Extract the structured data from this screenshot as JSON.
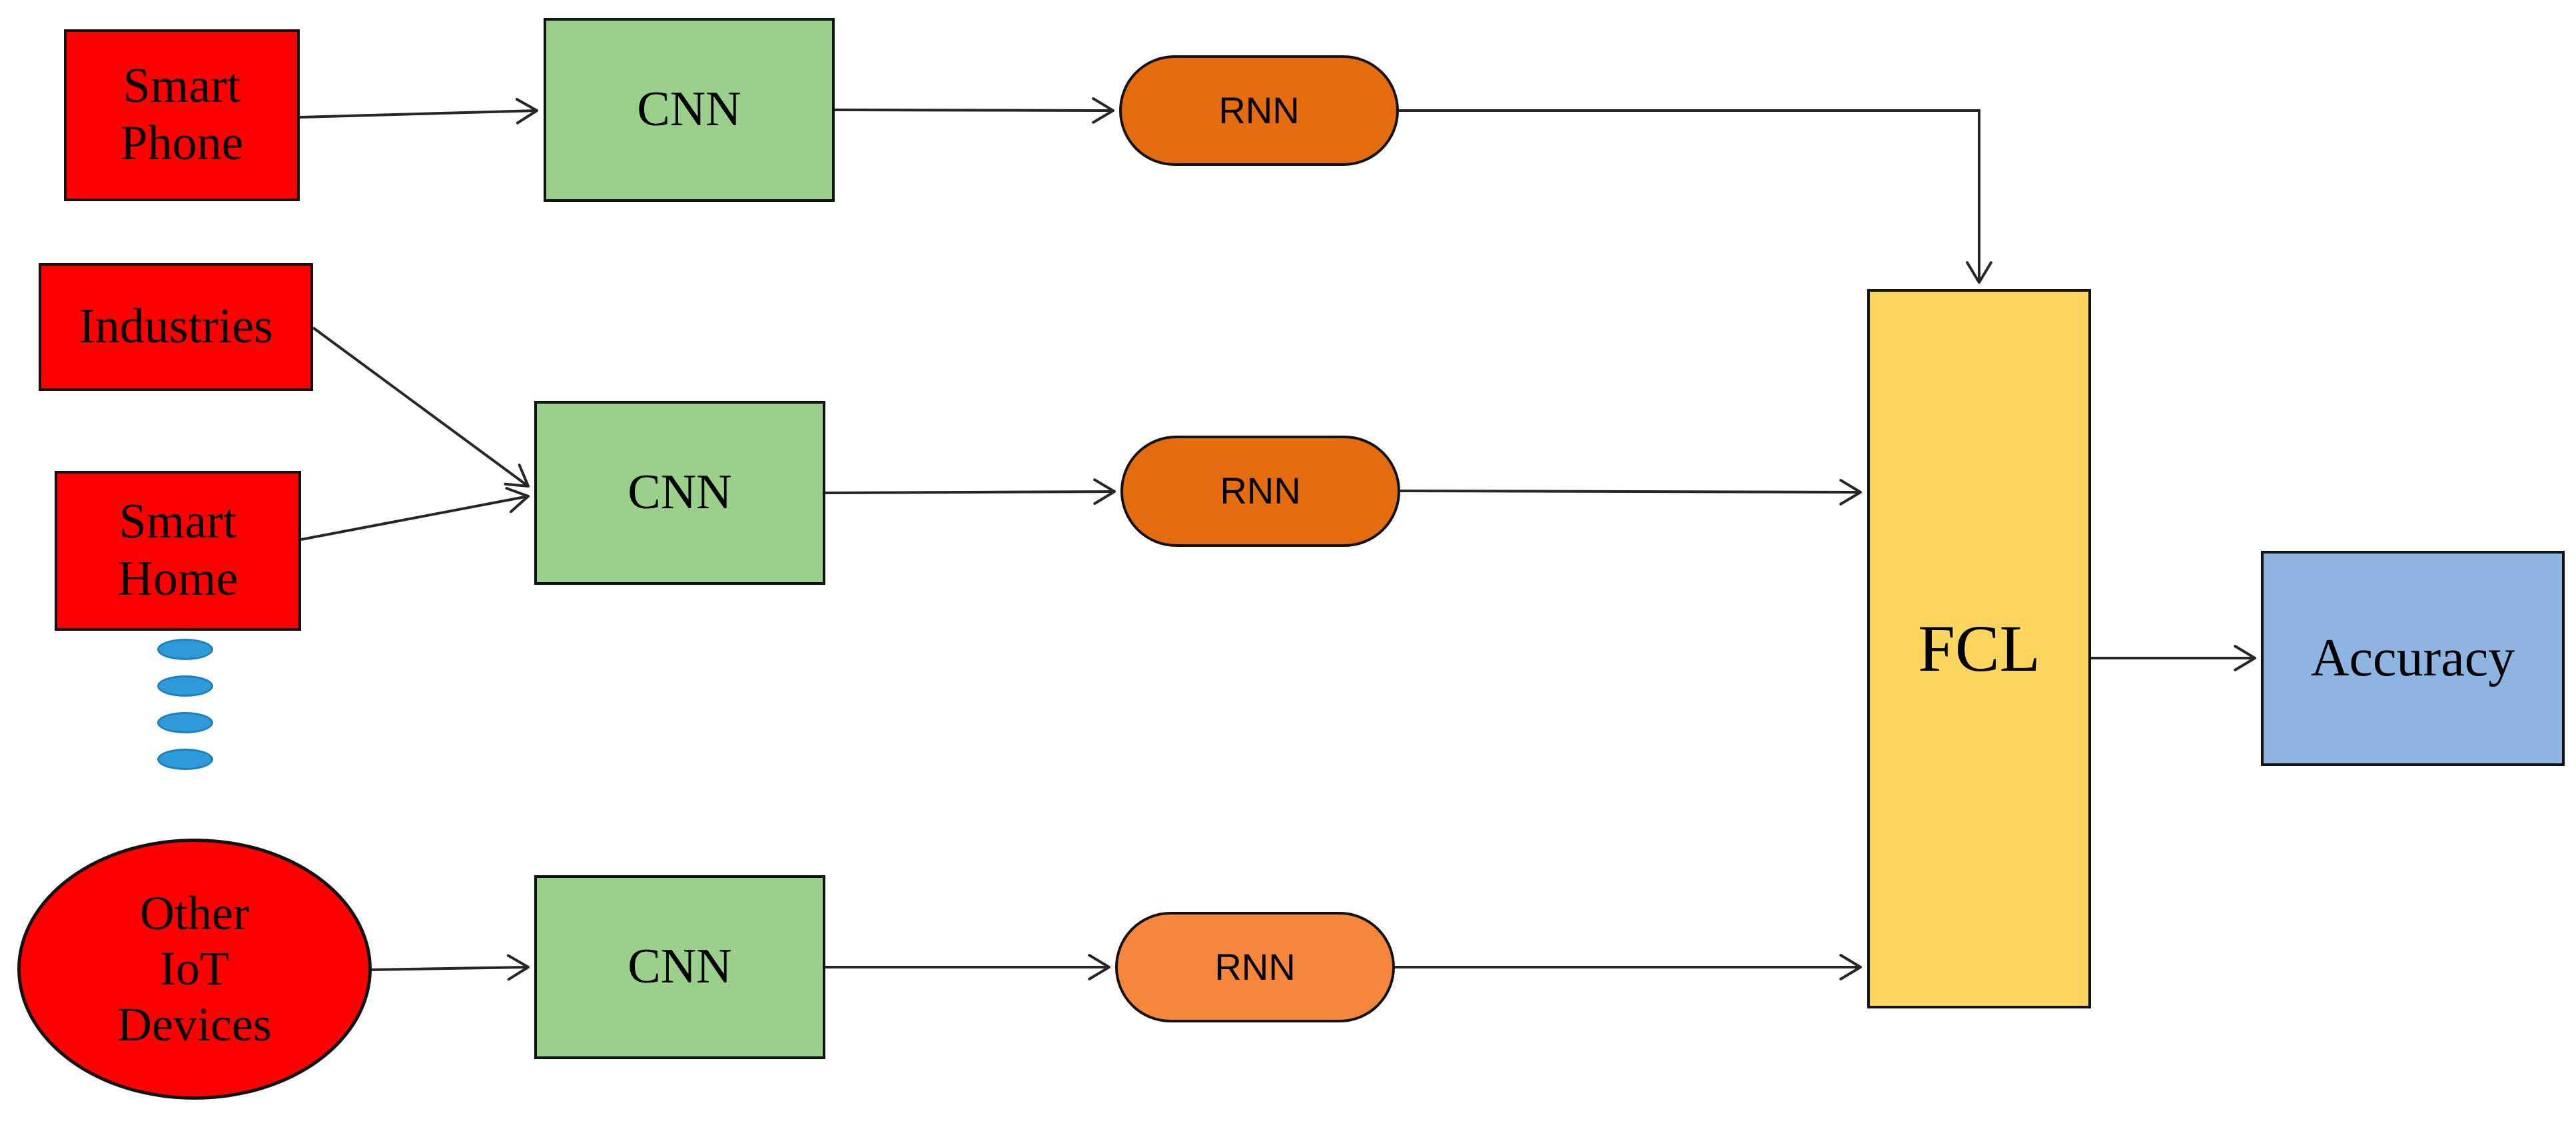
{
  "diagram": {
    "nodes": {
      "smart_phone": {
        "label": "Smart\nPhone",
        "shape": "rectangle"
      },
      "industries": {
        "label": "Industries",
        "shape": "rectangle"
      },
      "smart_home": {
        "label": "Smart\nHome",
        "shape": "rectangle"
      },
      "other_iot": {
        "label": "Other\nIoT\nDevices",
        "shape": "ellipse"
      },
      "cnn_top": {
        "label": "CNN",
        "shape": "rectangle"
      },
      "cnn_middle": {
        "label": "CNN",
        "shape": "rectangle"
      },
      "cnn_bottom": {
        "label": "CNN",
        "shape": "rectangle"
      },
      "rnn_top": {
        "label": "RNN",
        "shape": "rounded"
      },
      "rnn_middle": {
        "label": "RNN",
        "shape": "rounded"
      },
      "rnn_bottom": {
        "label": "RNN",
        "shape": "rounded"
      },
      "fcl": {
        "label": "FCL",
        "shape": "rectangle"
      },
      "accuracy": {
        "label": "Accuracy",
        "shape": "rectangle"
      }
    },
    "edges": [
      {
        "from": "smart_phone",
        "to": "cnn_top"
      },
      {
        "from": "cnn_top",
        "to": "rnn_top"
      },
      {
        "from": "rnn_top",
        "to": "fcl"
      },
      {
        "from": "industries",
        "to": "cnn_middle"
      },
      {
        "from": "smart_home",
        "to": "cnn_middle"
      },
      {
        "from": "cnn_middle",
        "to": "rnn_middle"
      },
      {
        "from": "rnn_middle",
        "to": "fcl"
      },
      {
        "from": "other_iot",
        "to": "cnn_bottom"
      },
      {
        "from": "cnn_bottom",
        "to": "rnn_bottom"
      },
      {
        "from": "rnn_bottom",
        "to": "fcl"
      },
      {
        "from": "fcl",
        "to": "accuracy"
      }
    ],
    "ellipsis_dot_count": 4,
    "colors": {
      "device_red": "#FF0000",
      "cnn_green": "#9AD08B",
      "rnn_dark_orange": "#E56C0E",
      "rnn_light_orange": "#F6863C",
      "fcl_yellow": "#FCD55F",
      "accuracy_blue": "#8EB4E2",
      "dot_blue": "#2E9BD8",
      "connector_black": "#262626"
    }
  }
}
